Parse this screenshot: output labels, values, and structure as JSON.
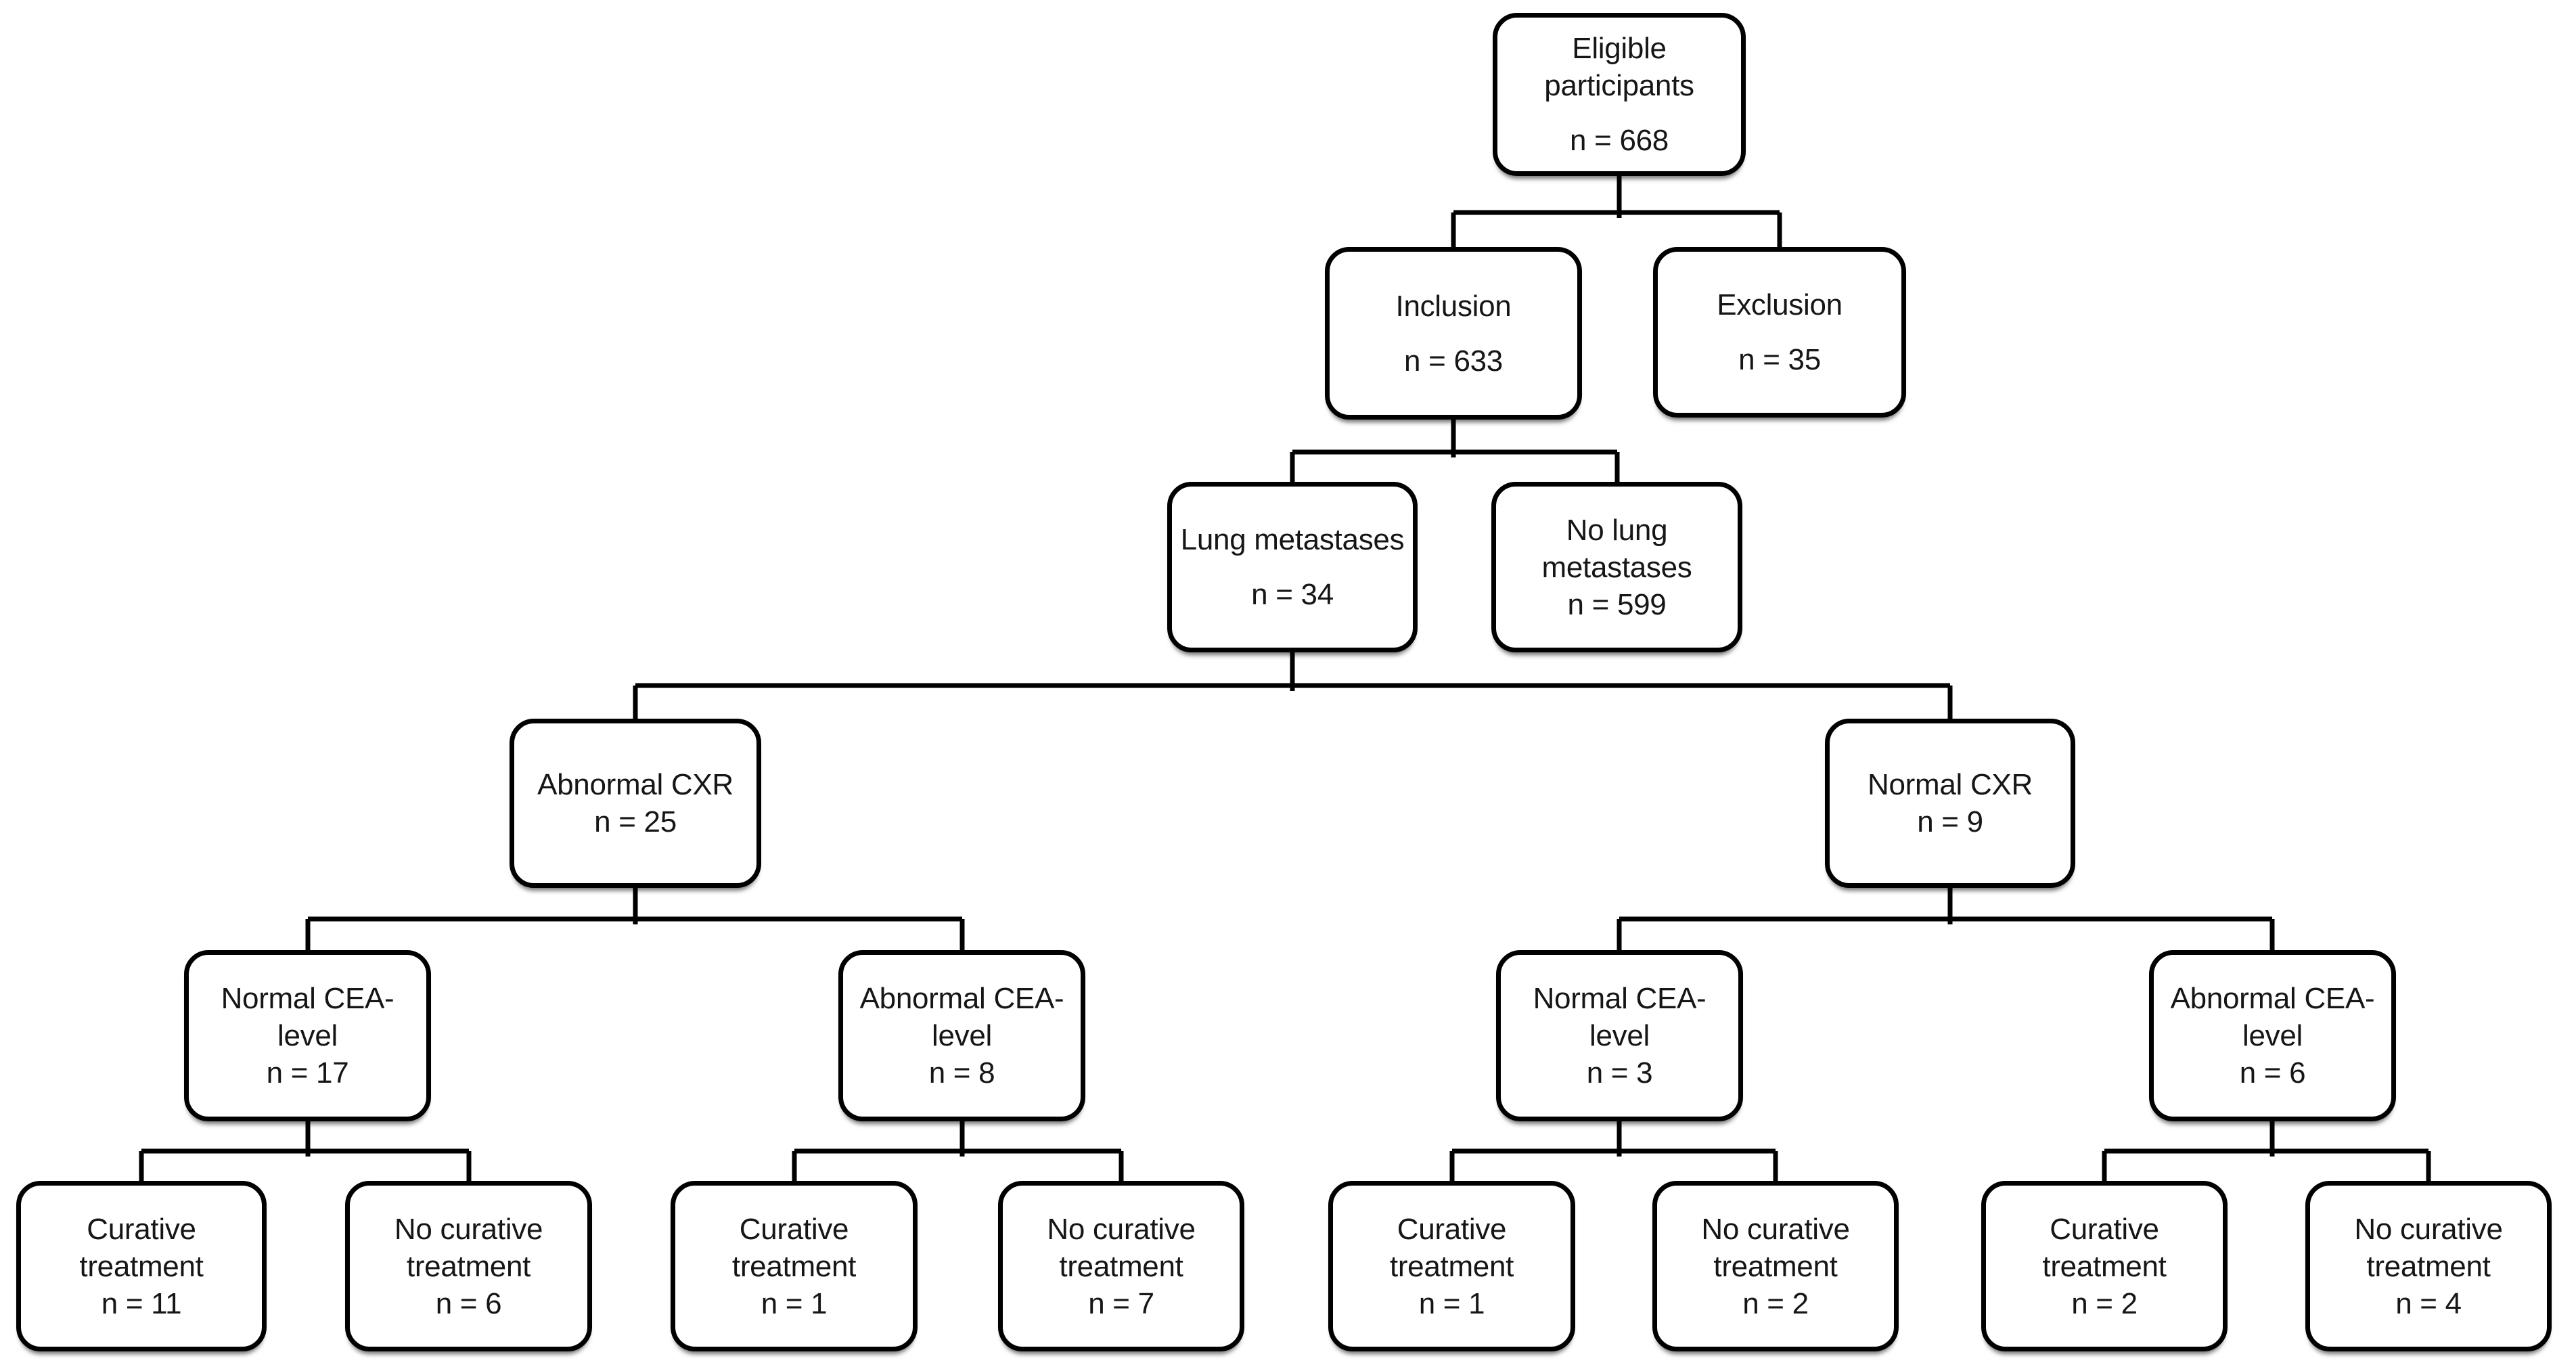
{
  "diagram": {
    "colors": {
      "background": "#ffffff",
      "box_fill": "#ffffff",
      "box_border": "#000000",
      "text": "#161616",
      "connector": "#000000"
    },
    "nodes": {
      "eligible": {
        "label": "Eligible participants",
        "count": "n = 668"
      },
      "inclusion": {
        "label": "Inclusion",
        "count": "n = 633"
      },
      "exclusion": {
        "label": "Exclusion",
        "count": "n = 35"
      },
      "lung_metastases": {
        "label": "Lung metastases",
        "count": "n = 34"
      },
      "no_lung_metastases": {
        "label": "No lung metastases",
        "count": "n = 599"
      },
      "abnormal_cxr": {
        "label": "Abnormal CXR",
        "count": "n = 25"
      },
      "normal_cxr": {
        "label": "Normal CXR",
        "count": "n = 9"
      },
      "normal_cea_a": {
        "label": "Normal CEA-level",
        "count": "n = 17"
      },
      "abnormal_cea_a": {
        "label": "Abnormal CEA-level",
        "count": "n = 8"
      },
      "normal_cea_b": {
        "label": "Normal CEA-level",
        "count": "n = 3"
      },
      "abnormal_cea_b": {
        "label": "Abnormal CEA-level",
        "count": "n = 6"
      },
      "curative_a": {
        "label": "Curative treatment",
        "count": "n = 11"
      },
      "no_curative_a": {
        "label": "No curative treatment",
        "count": "n = 6"
      },
      "curative_b": {
        "label": "Curative treatment",
        "count": "n = 1"
      },
      "no_curative_b": {
        "label": "No curative treatment",
        "count": "n = 7"
      },
      "curative_c": {
        "label": "Curative treatment",
        "count": "n = 1"
      },
      "no_curative_c": {
        "label": "No curative treatment",
        "count": "n = 2"
      },
      "curative_d": {
        "label": "Curative treatment",
        "count": "n = 2"
      },
      "no_curative_d": {
        "label": "No curative treatment",
        "count": "n = 4"
      }
    },
    "edges": [
      [
        "eligible",
        "inclusion"
      ],
      [
        "eligible",
        "exclusion"
      ],
      [
        "inclusion",
        "lung_metastases"
      ],
      [
        "inclusion",
        "no_lung_metastases"
      ],
      [
        "lung_metastases",
        "abnormal_cxr"
      ],
      [
        "lung_metastases",
        "normal_cxr"
      ],
      [
        "abnormal_cxr",
        "normal_cea_a"
      ],
      [
        "abnormal_cxr",
        "abnormal_cea_a"
      ],
      [
        "normal_cxr",
        "normal_cea_b"
      ],
      [
        "normal_cxr",
        "abnormal_cea_b"
      ],
      [
        "normal_cea_a",
        "curative_a"
      ],
      [
        "normal_cea_a",
        "no_curative_a"
      ],
      [
        "abnormal_cea_a",
        "curative_b"
      ],
      [
        "abnormal_cea_a",
        "no_curative_b"
      ],
      [
        "normal_cea_b",
        "curative_c"
      ],
      [
        "normal_cea_b",
        "no_curative_c"
      ],
      [
        "abnormal_cea_b",
        "curative_d"
      ],
      [
        "abnormal_cea_b",
        "no_curative_d"
      ]
    ]
  }
}
